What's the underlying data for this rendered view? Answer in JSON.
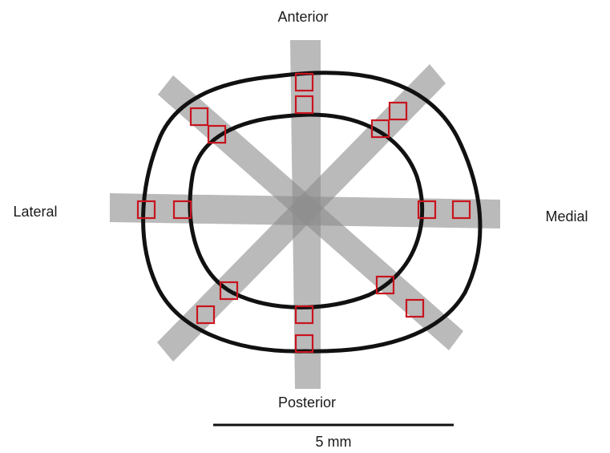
{
  "labels": {
    "anterior": "Anterior",
    "posterior": "Posterior",
    "lateral": "Lateral",
    "medial": "Medial"
  },
  "scale_bar": {
    "label": "5 mm"
  },
  "colors": {
    "band": "#8c8c8c",
    "ring": "#111111",
    "sample_box": "#c8141e",
    "background": "#ffffff"
  },
  "counts": {
    "radial_bands": 4,
    "sample_boxes": 16
  }
}
